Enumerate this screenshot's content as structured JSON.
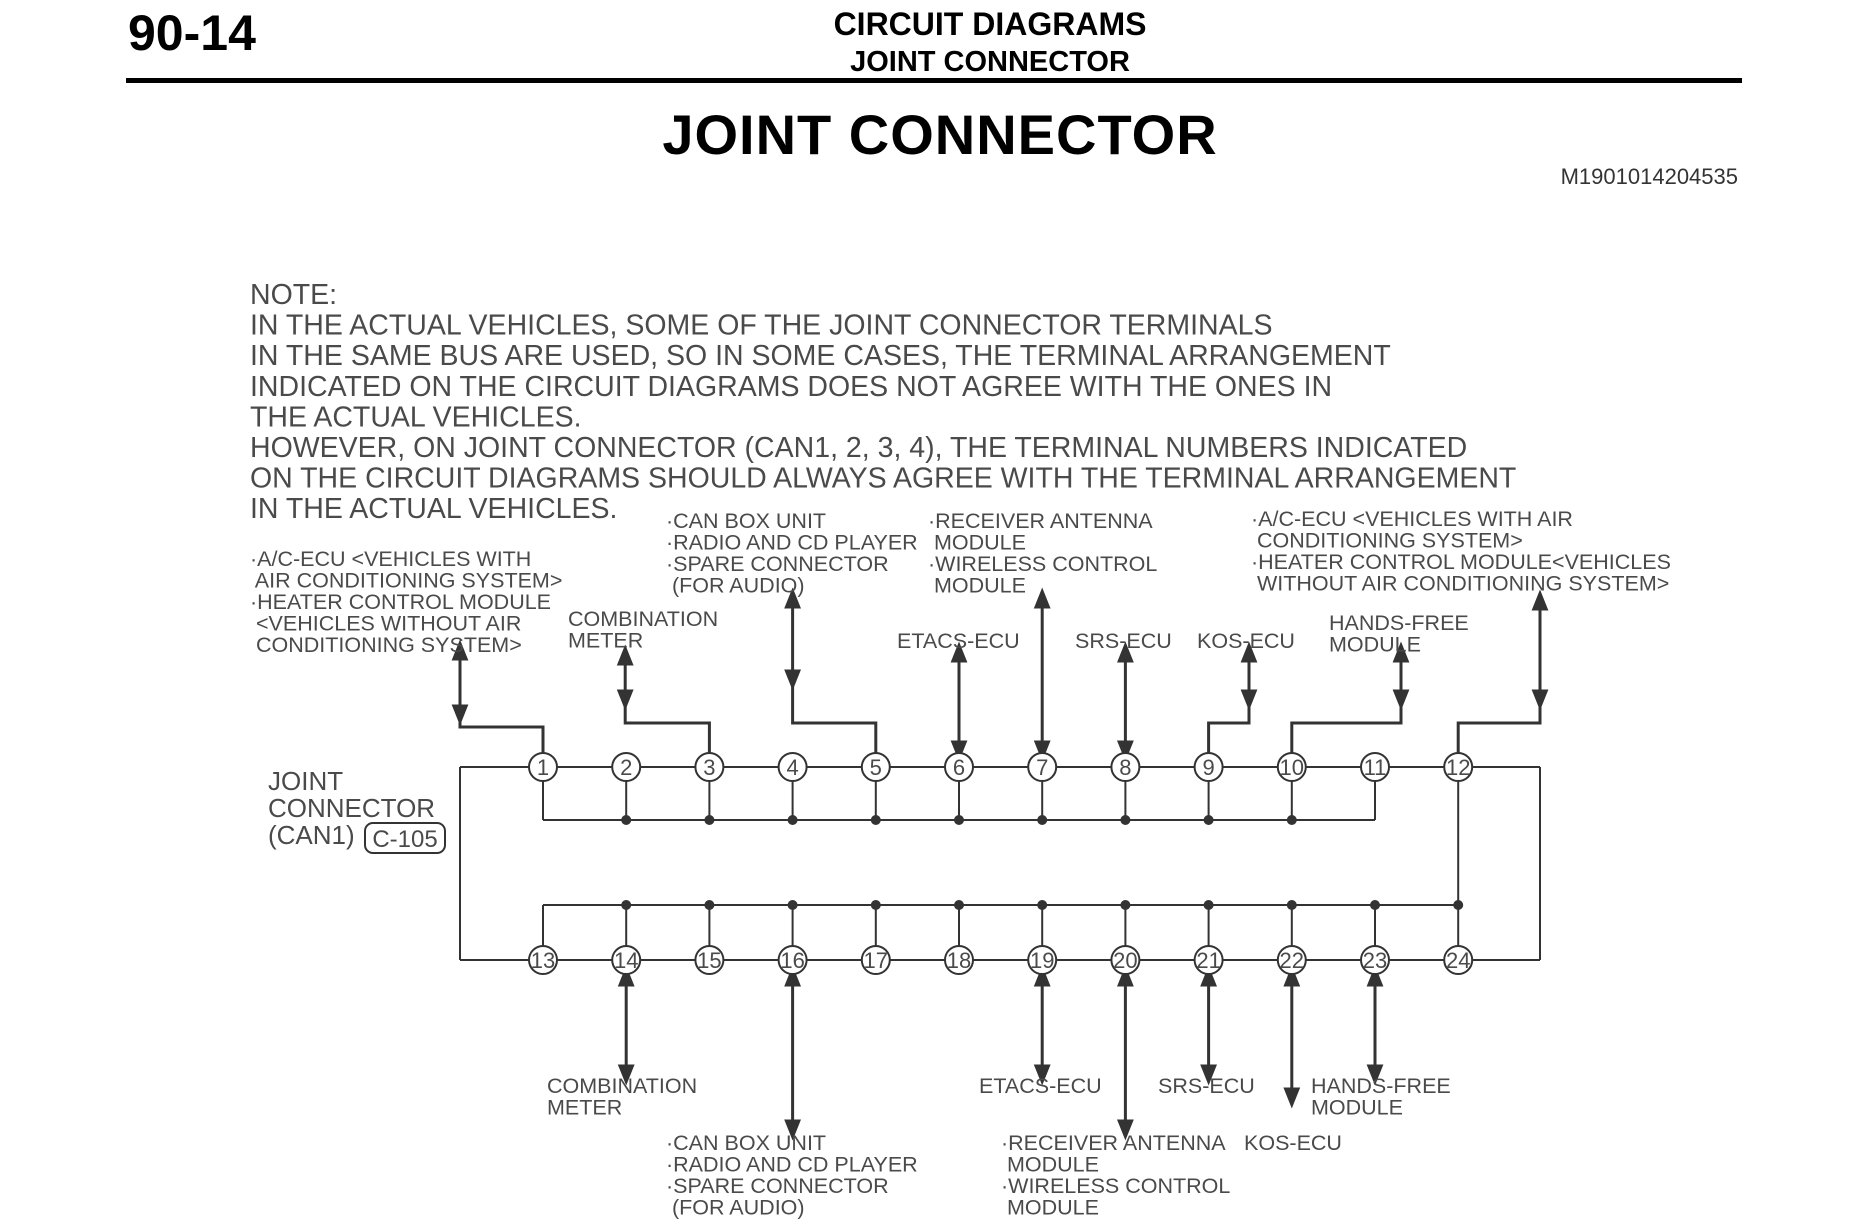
{
  "header": {
    "page_number": "90-14",
    "section": "CIRCUIT DIAGRAMS",
    "subsection": "JOINT CONNECTOR"
  },
  "title": "JOINT CONNECTOR",
  "document_id": "M1901014204535",
  "note": [
    "NOTE:",
    "IN THE ACTUAL VEHICLES, SOME OF THE JOINT CONNECTOR TERMINALS",
    "IN THE SAME BUS ARE USED, SO IN SOME CASES, THE TERMINAL ARRANGEMENT",
    "INDICATED ON THE CIRCUIT DIAGRAMS DOES NOT AGREE WITH THE ONES IN",
    "THE ACTUAL VEHICLES.",
    "HOWEVER, ON JOINT CONNECTOR (CAN1, 2, 3, 4), THE TERMINAL NUMBERS INDICATED",
    "ON THE CIRCUIT DIAGRAMS SHOULD ALWAYS AGREE WITH THE TERMINAL ARRANGEMENT",
    "IN THE ACTUAL VEHICLES."
  ],
  "connector": {
    "label": [
      "JOINT",
      "CONNECTOR",
      "(CAN1)"
    ],
    "code": "C-105"
  },
  "terminals": [
    "1",
    "2",
    "3",
    "4",
    "5",
    "6",
    "7",
    "8",
    "9",
    "10",
    "11",
    "12",
    "13",
    "14",
    "15",
    "16",
    "17",
    "18",
    "19",
    "20",
    "21",
    "22",
    "23",
    "24"
  ],
  "top_labels": {
    "ac_ecu": [
      "·A/C-ECU <VEHICLES WITH",
      " AIR CONDITIONING SYSTEM>",
      "·HEATER CONTROL MODULE",
      " <VEHICLES WITHOUT AIR",
      " CONDITIONING SYSTEM>"
    ],
    "combination_meter": [
      "COMBINATION",
      "METER"
    ],
    "can_box": [
      "·CAN BOX UNIT",
      "·RADIO AND CD PLAYER",
      "·SPARE CONNECTOR",
      " (FOR AUDIO)"
    ],
    "etacs": [
      "ETACS-ECU"
    ],
    "receiver_antenna": [
      "·RECEIVER ANTENNA",
      " MODULE",
      "·WIRELESS CONTROL",
      " MODULE"
    ],
    "srs": [
      "SRS-ECU"
    ],
    "kos": [
      "KOS-ECU"
    ],
    "hands_free": [
      "HANDS-FREE",
      "MODULE"
    ],
    "ac_ecu_right": [
      "·A/C-ECU <VEHICLES WITH AIR",
      " CONDITIONING SYSTEM>",
      "·HEATER CONTROL MODULE<VEHICLES",
      " WITHOUT AIR CONDITIONING SYSTEM>"
    ]
  },
  "bottom_labels": {
    "combination_meter": [
      "COMBINATION",
      "METER"
    ],
    "can_box": [
      "·CAN BOX UNIT",
      "·RADIO AND CD PLAYER",
      "·SPARE CONNECTOR",
      " (FOR AUDIO)"
    ],
    "etacs": [
      "ETACS-ECU"
    ],
    "receiver_antenna": [
      "·RECEIVER ANTENNA",
      " MODULE",
      "·WIRELESS CONTROL",
      " MODULE"
    ],
    "srs": [
      "SRS-ECU"
    ],
    "kos": [
      "KOS-ECU"
    ],
    "hands_free": [
      "HANDS-FREE",
      "MODULE"
    ]
  }
}
